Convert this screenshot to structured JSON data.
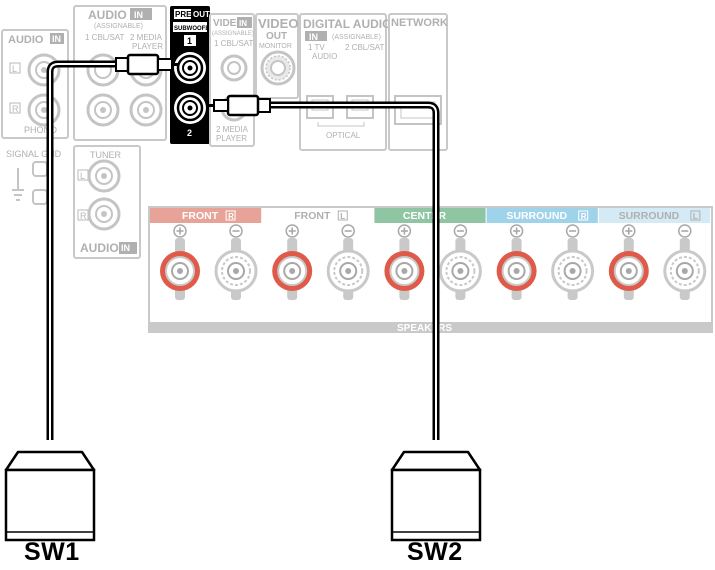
{
  "panel": {
    "audio_in_left": {
      "title": "AUDIO",
      "tag": "IN",
      "phono": "PHONO",
      "signal_gnd": "SIGNAL GND",
      "ch_l": "L",
      "ch_r": "R"
    },
    "audio_in_assign": {
      "title": "AUDIO",
      "tag": "IN",
      "sub": "(ASSIGNABLE)",
      "col1": "1 CBL/SAT",
      "col2a": "2 MEDIA",
      "col2b": "PLAYER"
    },
    "pre_out": {
      "tag1": "PRE",
      "tag2": "OUT",
      "sub": "SUBWOOFER",
      "num1": "1",
      "num2": "2"
    },
    "video_in": {
      "title": "VIDEO",
      "tag": "IN",
      "sub": "(ASSIGNABLE)",
      "col1": "1 CBL/SAT",
      "col2a": "2 MEDIA",
      "col2b": "PLAYER"
    },
    "video_out": {
      "title": "VIDEO",
      "sub": "OUT",
      "monitor": "MONITOR"
    },
    "digital": {
      "title": "DIGITAL AUDIO",
      "tag": "IN",
      "sub": "(ASSIGNABLE)",
      "col1a": "1 TV",
      "col1b": "AUDIO",
      "col2": "2 CBL/SAT",
      "optical": "OPTICAL"
    },
    "network": {
      "title": "NETWORK"
    },
    "tuner": {
      "title": "TUNER",
      "foot": "AUDIO",
      "foot_tag": "IN",
      "ch_l": "L",
      "ch_r": "R"
    },
    "speakers": {
      "title": "SPEAKERS",
      "channels": [
        {
          "name": "FRONT",
          "side": "R",
          "color": "#e8a398"
        },
        {
          "name": "FRONT",
          "side": "L",
          "color": "#ffffff"
        },
        {
          "name": "CENTER",
          "side": "",
          "color": "#8fc5a3"
        },
        {
          "name": "SURROUND",
          "side": "R",
          "color": "#9fd3ea"
        },
        {
          "name": "SURROUND",
          "side": "L",
          "color": "#d4ebf5"
        }
      ]
    }
  },
  "subwoofers": [
    {
      "label": "SW1"
    },
    {
      "label": "SW2"
    }
  ],
  "colors": {
    "panel_gray": "#c9c9c9",
    "terminal_red": "#e05a4a",
    "cable": "#000000"
  }
}
